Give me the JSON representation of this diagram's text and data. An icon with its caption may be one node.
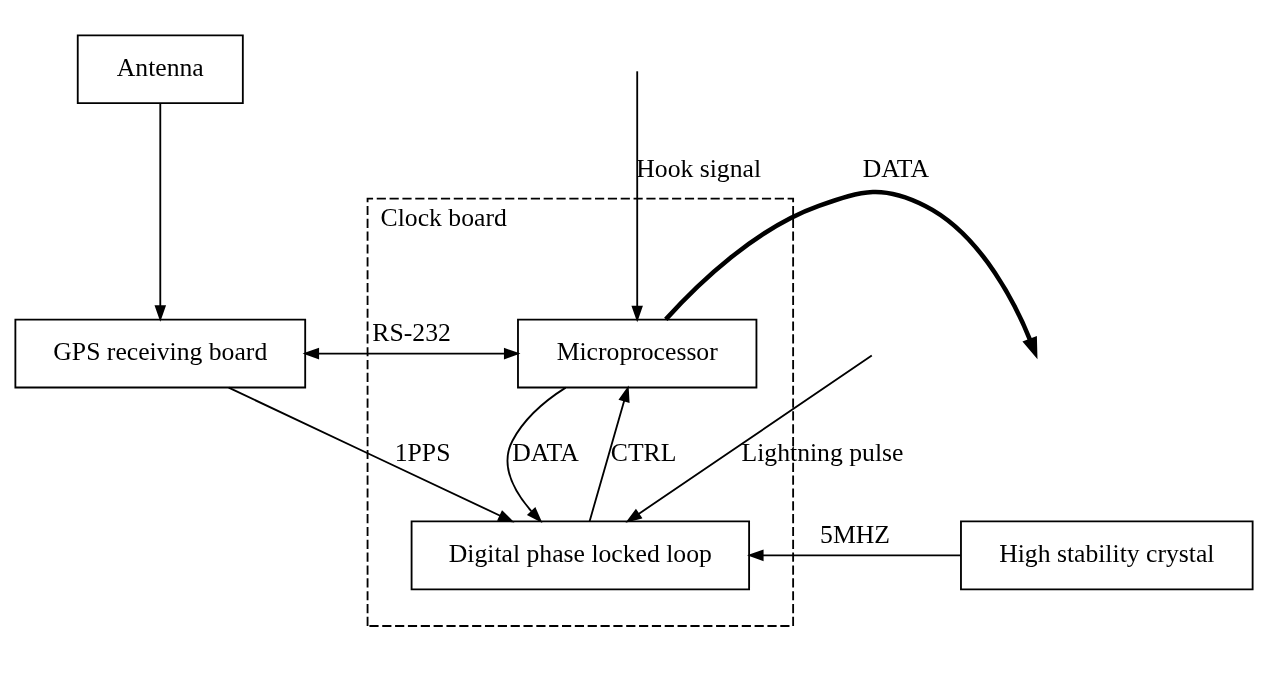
{
  "diagram": {
    "nodes": [
      {
        "text": [
          "Antenna"
        ]
      },
      {
        "text": [
          "Clock board"
        ]
      },
      {
        "text": [
          "GPS receiving board"
        ]
      },
      {
        "text": [
          "Microprocessor"
        ],
        "in": 1
      },
      {
        "text": [
          "Digital phase locked loop"
        ],
        "in": 1
      },
      {
        "text": [
          "High stability crystal"
        ]
      }
    ],
    "edges": [
      {
        "from": 0,
        "to": 2,
        "arrow": "to"
      },
      {
        "from": 2,
        "to": 3,
        "arrow": "both",
        "label": "RS-232"
      },
      {
        "from": 3,
        "to": null,
        "arrow": "to",
        "label": "DATA",
        "style": "thick"
      },
      {
        "from": null,
        "to": 3,
        "arrow": "to",
        "label": "Hook signal"
      },
      {
        "from": 2,
        "to": 4,
        "arrow": "to",
        "label": "1PPS"
      },
      {
        "from": 4,
        "to": 3,
        "arrow": "to",
        "label": "CTRL"
      },
      {
        "from": 3,
        "to": 4,
        "arrow": "to",
        "label": "DATA"
      },
      {
        "from": 5,
        "to": 4,
        "arrow": "to",
        "label": "5MHZ"
      },
      {
        "from": null,
        "to": 4,
        "arrow": "to",
        "label": "Lightning pulse"
      }
    ]
  }
}
